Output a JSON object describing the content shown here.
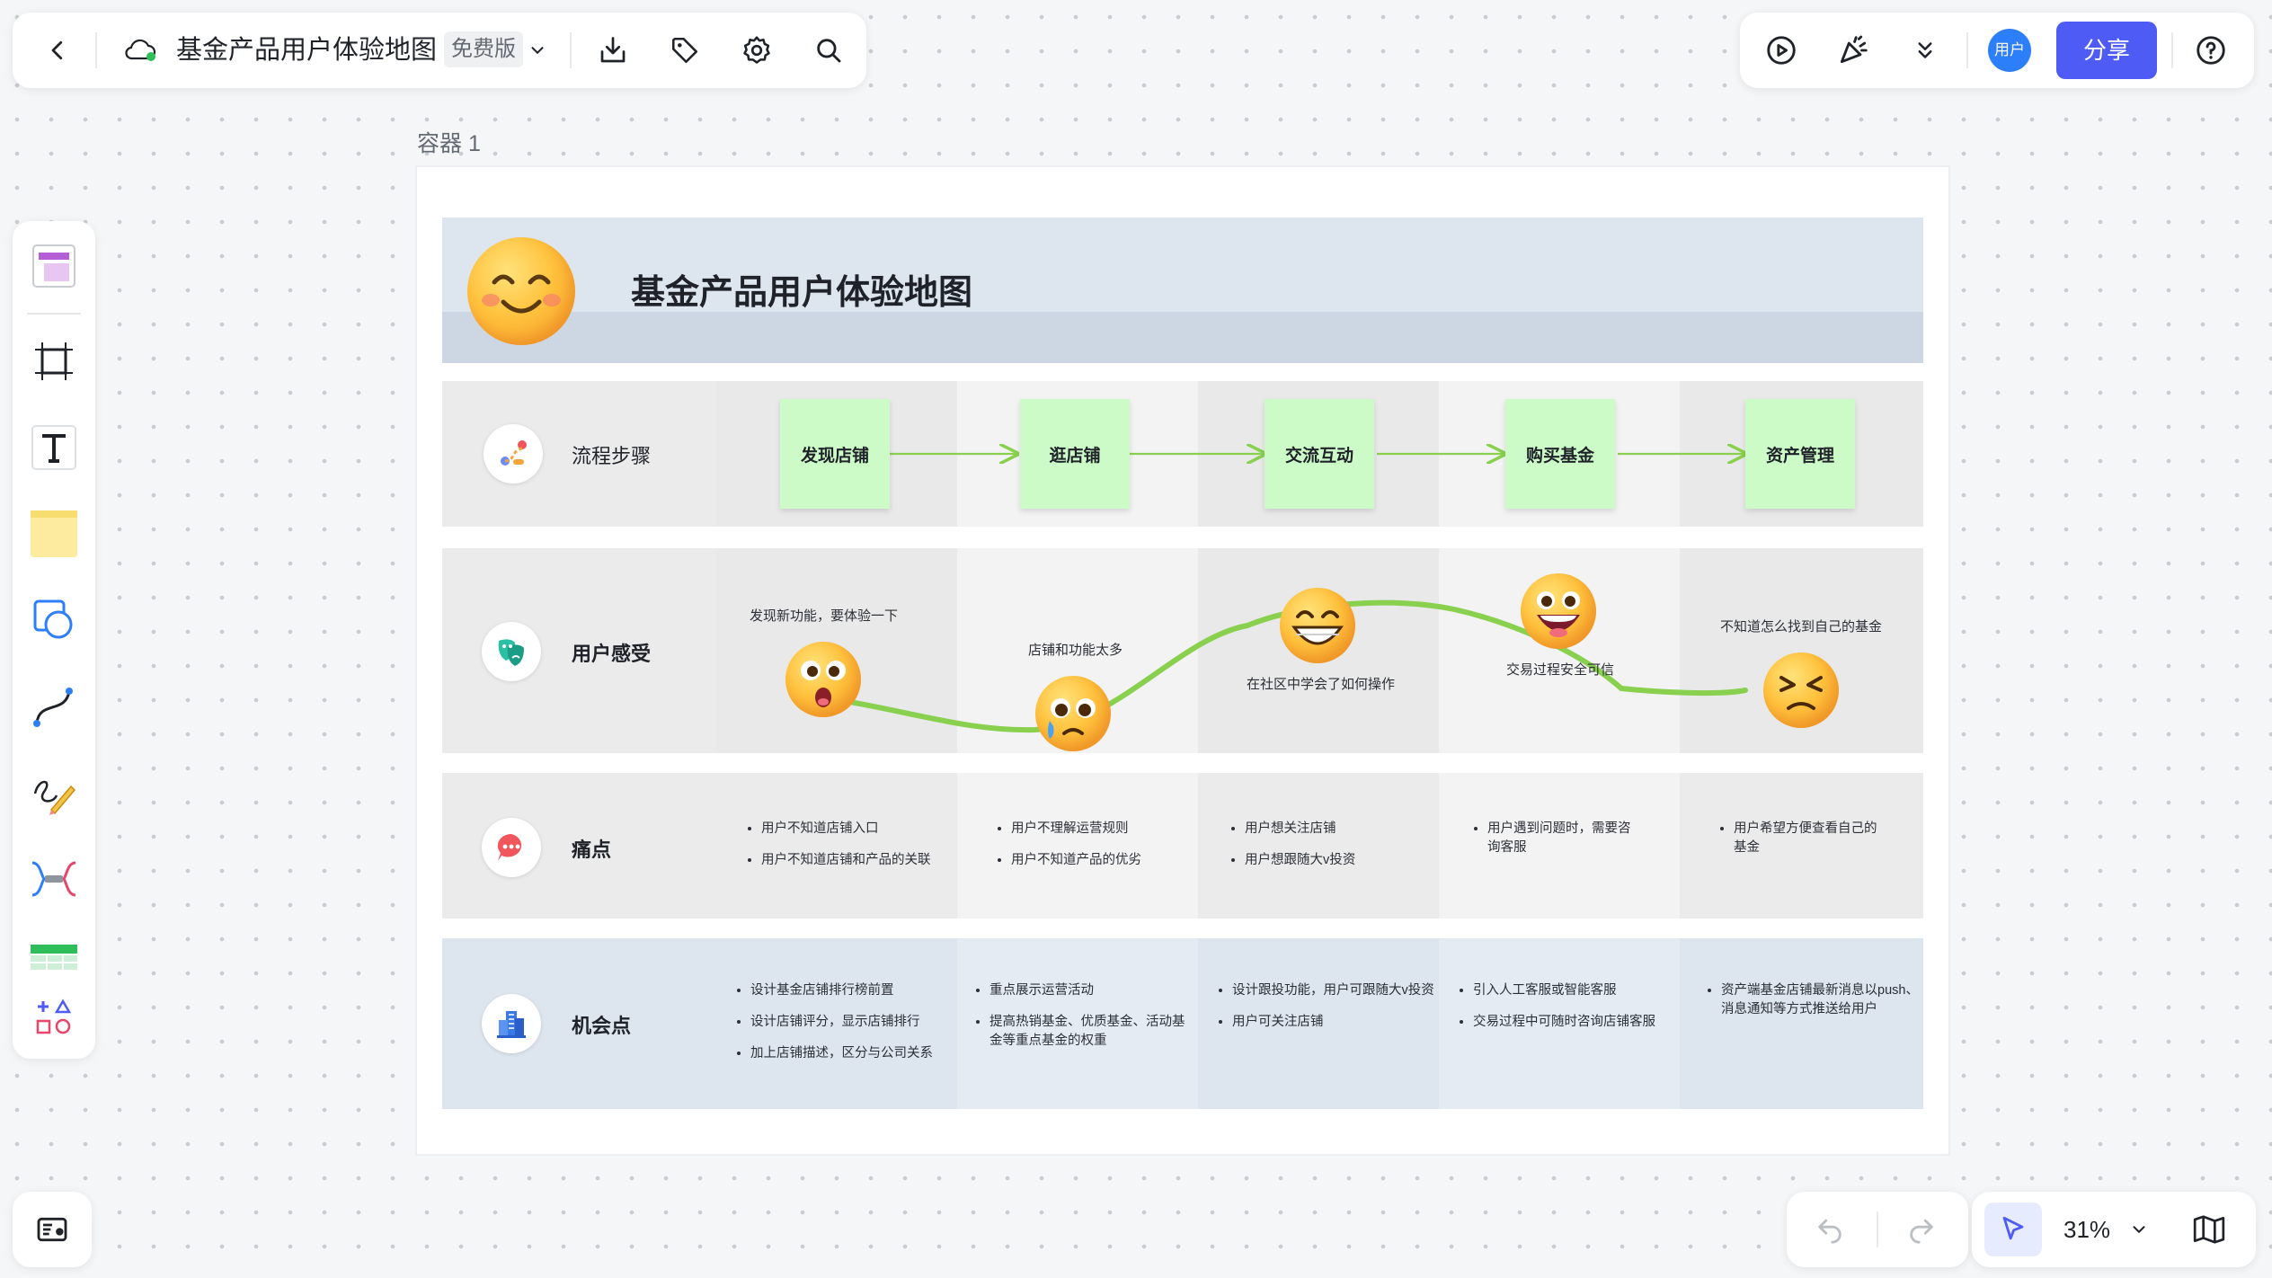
{
  "app": {
    "doc_title": "基金产品用户体验地图",
    "plan_badge": "免费版",
    "share_label": "分享",
    "avatar_text": "用户",
    "zoom": "31%"
  },
  "container_label": "容器 1",
  "map": {
    "title": "基金产品用户体验地图",
    "rows": {
      "steps_label": "流程步骤",
      "feelings_label": "用户感受",
      "pain_label": "痛点",
      "opportunity_label": "机会点"
    },
    "steps": [
      "发现店铺",
      "逛店铺",
      "交流互动",
      "购买基金",
      "资产管理"
    ],
    "feelings": [
      {
        "text": "发现新功能，要体验一下",
        "mood": "surprised",
        "level": 0.45
      },
      {
        "text": "店铺和功能太多",
        "mood": "crying",
        "level": 0.2
      },
      {
        "text": "在社区中学会了如何操作",
        "mood": "grinning",
        "level": 0.8
      },
      {
        "text": "交易过程安全可信",
        "mood": "excited",
        "level": 0.85
      },
      {
        "text": "不知道怎么找到自己的基金",
        "mood": "tired",
        "level": 0.35
      }
    ],
    "pain_points": [
      [
        "用户不知道店铺入口",
        "用户不知道店铺和产品的关联"
      ],
      [
        "用户不理解运营规则",
        "用户不知道产品的优劣"
      ],
      [
        "用户想关注店铺",
        "用户想跟随大v投资"
      ],
      [
        "用户遇到问题时，需要咨询客服"
      ],
      [
        "用户希望方便查看自己的基金"
      ]
    ],
    "opportunities": [
      [
        "设计基金店铺排行榜前置",
        "设计店铺评分，显示店铺排行",
        "加上店铺描述，区分与公司关系"
      ],
      [
        "重点展示运营活动",
        "提高热销基金、优质基金、活动基金等重点基金的权重"
      ],
      [
        "设计跟投功能，用户可跟随大v投资",
        "用户可关注店铺"
      ],
      [
        "引入人工客服或智能客服",
        "交易过程中可随时咨询店铺客服"
      ],
      [
        "资产端基金店铺最新消息以push、消息通知等方式推送给用户"
      ]
    ]
  },
  "icons": {
    "back": "chevron-left-icon",
    "cloud": "cloud-synced-icon",
    "download": "download-icon",
    "tag": "tag-icon",
    "settings": "gear-icon",
    "search": "search-icon",
    "present": "play-icon",
    "celebrate": "party-popper-icon",
    "more": "double-chevron-down-icon",
    "help": "help-icon",
    "undo": "undo-icon",
    "redo": "redo-icon",
    "select": "pointer-icon",
    "map": "book-map-icon"
  },
  "colors": {
    "accent": "#4e5cf5",
    "step_fill": "#ccfbc7",
    "curve": "#8ad04f",
    "header_band": "#dde5ef"
  }
}
